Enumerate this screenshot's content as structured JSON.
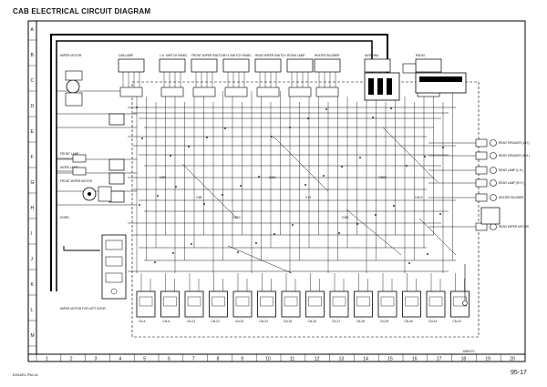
{
  "diagram": {
    "title": "CAB ELECTRICAL CIRCUIT DIAGRAM",
    "page_number": "95-17",
    "footer_code": "DX62EL PM-14",
    "drawing_id": "8280070",
    "row_labels": [
      "A",
      "B",
      "C",
      "D",
      "E",
      "F",
      "G",
      "H",
      "I",
      "J",
      "K",
      "L",
      "M"
    ],
    "col_labels": [
      "1",
      "2",
      "3",
      "4",
      "5",
      "6",
      "7",
      "8",
      "9",
      "10",
      "11",
      "12",
      "13",
      "14",
      "15",
      "16",
      "17",
      "18",
      "19",
      "20"
    ],
    "top_components": [
      {
        "name": "CAB LAMP"
      },
      {
        "name": "L.H. SWITCH PANEL"
      },
      {
        "name": "FRONT WIPER SWITCH"
      },
      {
        "name": "R.H. SWITCH PANEL"
      },
      {
        "name": "REAR WIPER SWITCH"
      },
      {
        "name": "ROOM LAMP"
      },
      {
        "name": "HEATER BLOWER"
      },
      {
        "name": "ANTENNA"
      },
      {
        "name": "RADIO"
      }
    ],
    "left_components": [
      {
        "name": "WIPER MOTOR"
      },
      {
        "name": "FRONT LAMP"
      },
      {
        "name": "WORK LAMP"
      },
      {
        "name": "FRONT WIPER MOTOR"
      },
      {
        "name": "HORN"
      },
      {
        "name": "WIPER MOTOR FOR LEFT DOOR"
      }
    ],
    "right_components": [
      {
        "name": "REAR SPEAKER (L.H.)"
      },
      {
        "name": "REAR SPEAKER (R.H.)"
      },
      {
        "name": "REAR LAMP (L.H.)"
      },
      {
        "name": "REAR LAMP (R.H.)"
      },
      {
        "name": "HEATER BLOWER"
      },
      {
        "name": "REAR WIPER MOTOR"
      }
    ],
    "bottom_connectors": [
      {
        "name": "CN-4"
      },
      {
        "name": "CN-5"
      },
      {
        "name": "CN-21"
      },
      {
        "name": "CN-22"
      },
      {
        "name": "CN-23"
      },
      {
        "name": "CN-24"
      },
      {
        "name": "CN-25"
      },
      {
        "name": "CN-26"
      },
      {
        "name": "CN-27"
      },
      {
        "name": "CN-28"
      },
      {
        "name": "CN-29"
      },
      {
        "name": "CN-30"
      },
      {
        "name": "CN-31"
      },
      {
        "name": "CN-32"
      }
    ],
    "colors": {
      "line": "#111111",
      "background": "#ffffff",
      "frame": "#000000"
    }
  }
}
